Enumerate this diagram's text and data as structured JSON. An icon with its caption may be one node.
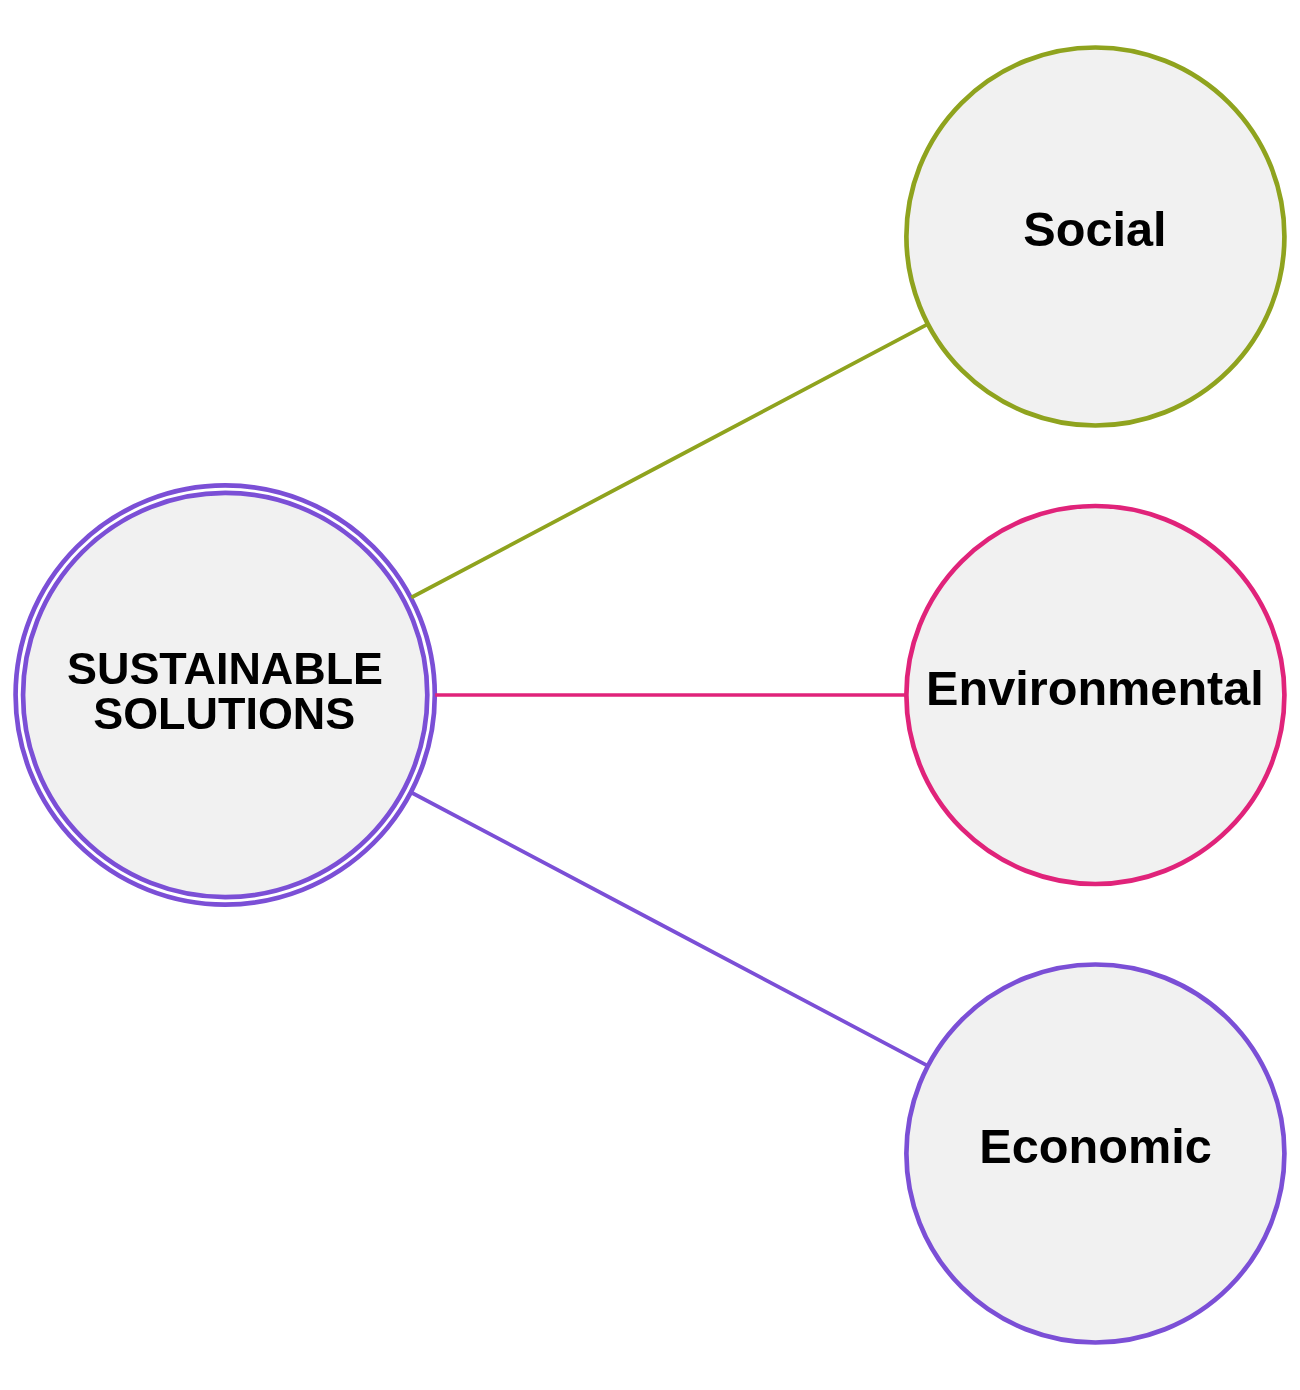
{
  "diagram": {
    "nodes": [
      {
        "text": [
          "SUSTAINABLE SOLUTIONS"
        ]
      },
      {
        "text": [
          "Social"
        ]
      },
      {
        "text": [
          "Environmental"
        ]
      },
      {
        "text": [
          "Economic"
        ]
      }
    ],
    "edges": [
      {
        "from": 0,
        "to": 1,
        "arrow": "none",
        "color": "#8fa31e"
      },
      {
        "from": 0,
        "to": 2,
        "arrow": "none",
        "color": "#e0237a"
      },
      {
        "from": 0,
        "to": 3,
        "arrow": "none",
        "color": "#7b4fd6"
      }
    ]
  }
}
